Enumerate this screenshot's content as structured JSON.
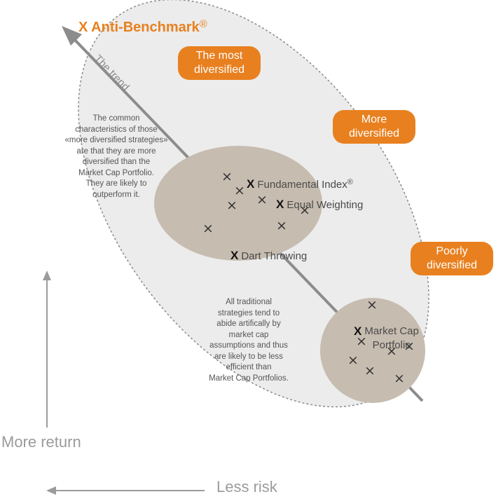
{
  "title": {
    "marker": "X",
    "text": "Anti-Benchmark",
    "reg": "®"
  },
  "trend_label": "The trend",
  "badges": {
    "most": "The most\ndiversified",
    "more": "More\ndiversified",
    "poorly": "Poorly\ndiversified"
  },
  "notes": {
    "upper": "The common\ncharacteristics of those\n«more diversified strategies»\nare that they are more\ndiversified than the\nMarket Cap Portfolio.\nThey are likely to\noutperform it.",
    "lower": "All traditional\nstrategies tend to\nabide artifically by\nmarket cap\nassumptions and thus\nare likely to be less\nefficient than\nMarket Cap Portfolios."
  },
  "strategies": {
    "marker": "X",
    "fundamental_index": "Fundamental Index",
    "fundamental_reg": "®",
    "equal_weighting": "Equal Weighting",
    "dart_throwing": "Dart Throwing",
    "market_cap": "Market Cap\nPortfolio"
  },
  "scatter_glyph": "×",
  "axes": {
    "y_label": "More return",
    "x_label": "Less risk"
  },
  "colors": {
    "accent": "#e8801f",
    "cluster_fill": "#c7bcb0",
    "outer_fill": "#ececec",
    "arrow": "#8c8c8c",
    "axis": "#9b9b9b"
  }
}
